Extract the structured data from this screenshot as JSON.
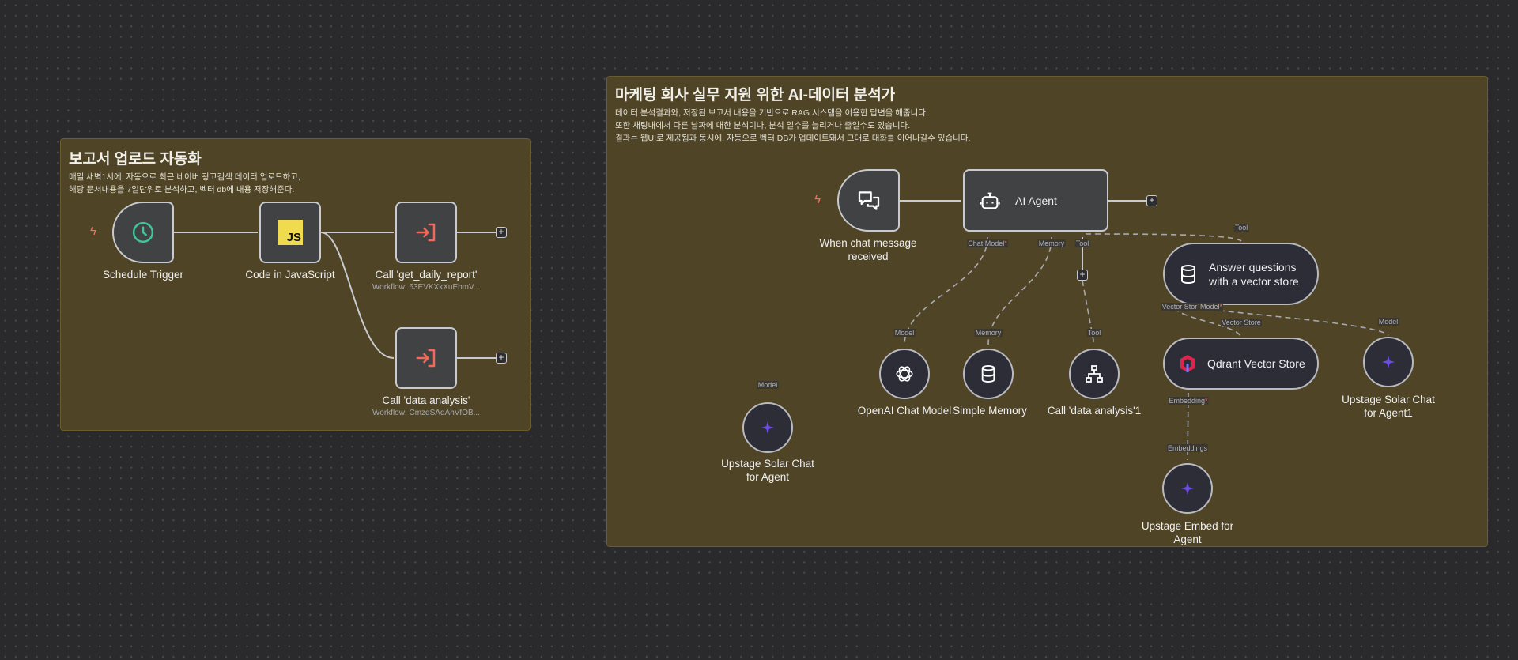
{
  "sticky_left": {
    "title": "보고서 업로드 자동화",
    "desc": [
      "매일 새벽1시에, 자동으로 최근 네이버 광고검색 데이터 업로드하고,",
      "해당 문서내용을 7일단위로 분석하고, 벡터 db에 내용 저장해준다."
    ]
  },
  "sticky_right": {
    "title": "마케팅 회사 실무 지원 위한 AI-데이터 분석가",
    "desc": [
      "데이터 분석결과와, 저장된 보고서 내용을 기반으로 RAG 시스템을 이용한 답변을 해줍니다.",
      "또한 채팅내에서 다른 날짜에 대한 분석이나, 분석 일수를 늘리거나 줄일수도 있습니다.",
      "결과는 웹UI로 제공됨과 동시에, 자동으로 벡터 DB가 업데이트돼서 그대로 대화를 이어나갈수 있습니다."
    ]
  },
  "nodes": {
    "schedule": {
      "label": "Schedule Trigger",
      "icon": "clock-icon"
    },
    "code": {
      "label": "Code in JavaScript",
      "icon_text": "JS"
    },
    "call_report": {
      "label": "Call 'get_daily_report'",
      "sub": "Workflow: 63EVKXkXuEbmV..."
    },
    "call_analysis": {
      "label": "Call 'data analysis'",
      "sub": "Workflow: CmzqSAdAhVfOB..."
    },
    "chat": {
      "label": "When chat message received"
    },
    "agent": {
      "label": "AI Agent"
    },
    "answer": {
      "label": "Answer questions with a vector store"
    },
    "qdrant": {
      "label": "Qdrant Vector Store"
    },
    "openai": {
      "label": "OpenAI Chat Model"
    },
    "memory": {
      "label": "Simple Memory"
    },
    "call_tool": {
      "label": "Call 'data analysis'1"
    },
    "solar": {
      "label": "Upstage Solar Chat for Agent"
    },
    "solar1": {
      "label": "Upstage Solar Chat for Agent1"
    },
    "embed": {
      "label": "Upstage Embed for Agent"
    }
  },
  "handles": {
    "chat_model": "Chat Model",
    "memory": "Memory",
    "tool": "Tool",
    "model": "Model",
    "vector_store": "Vector Store",
    "embedding": "Embedding",
    "embeddings": "Embeddings",
    "required": "*",
    "vector_stor_trunc": "Vector Stor"
  },
  "colors": {
    "sticky": "#4f4425",
    "node": "#414244",
    "accent": "#ff6d5a",
    "js": "#f0db4f"
  }
}
